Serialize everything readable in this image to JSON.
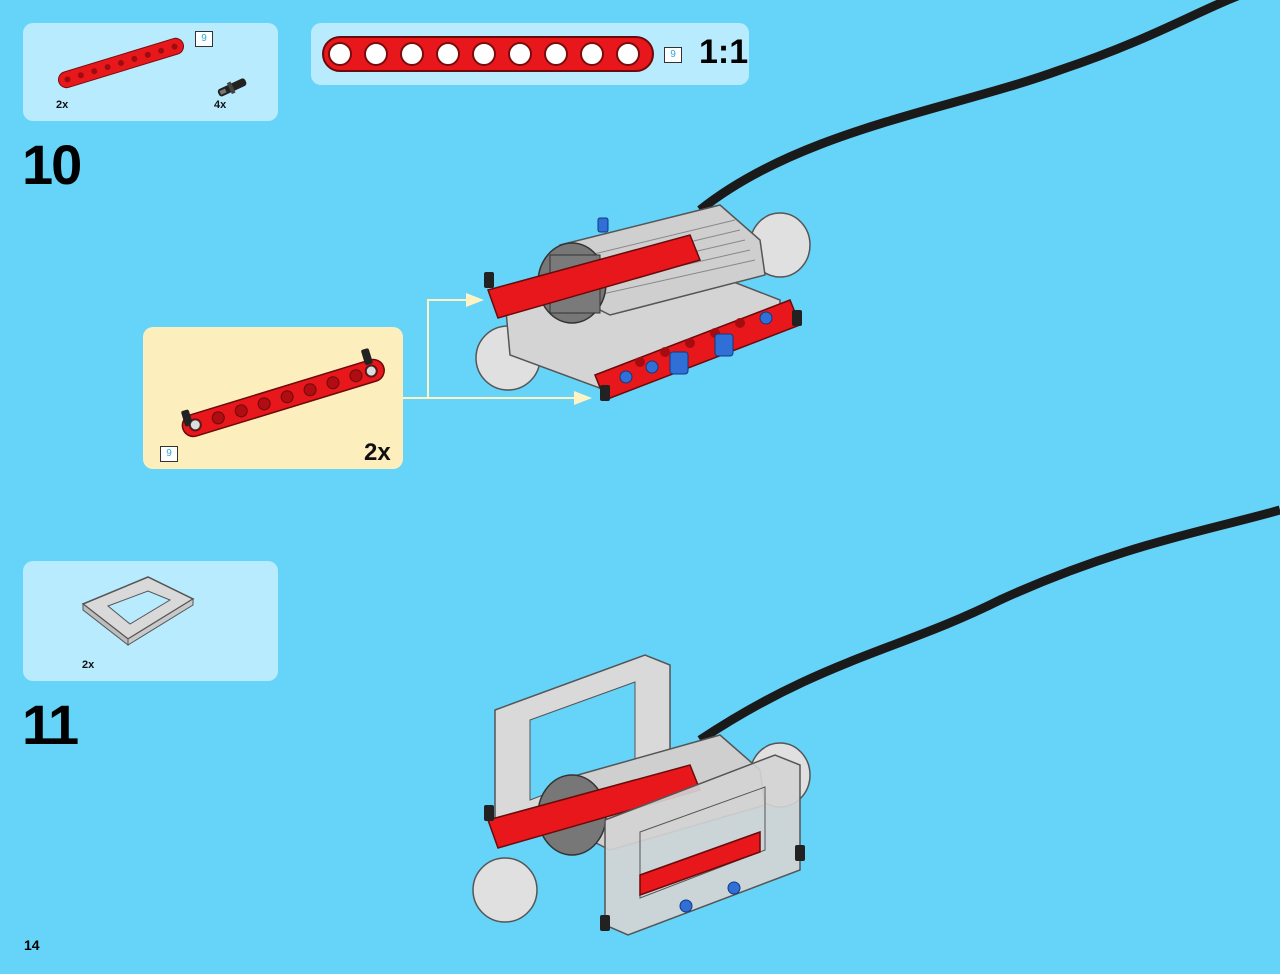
{
  "page_number": "14",
  "scale_label": "1:1",
  "beam_length_label": "9",
  "colors": {
    "background": "#66d3f8",
    "parts_box": "#b8ebfd",
    "sub_box": "#fdeebd",
    "beam": "#e8171c",
    "frame": "#d9d9d9",
    "motor": "#c8c8c8",
    "axle_pin": "#2f6fd6"
  },
  "steps": [
    {
      "number": "10",
      "parts": [
        {
          "name": "red-liftarm-9",
          "quantity": "2x",
          "length": "9"
        },
        {
          "name": "black-friction-pin",
          "quantity": "4x"
        }
      ],
      "subassembly": {
        "quantity": "2x",
        "length": "9"
      }
    },
    {
      "number": "11",
      "parts": [
        {
          "name": "grey-open-frame-5x7",
          "quantity": "2x"
        }
      ]
    }
  ]
}
